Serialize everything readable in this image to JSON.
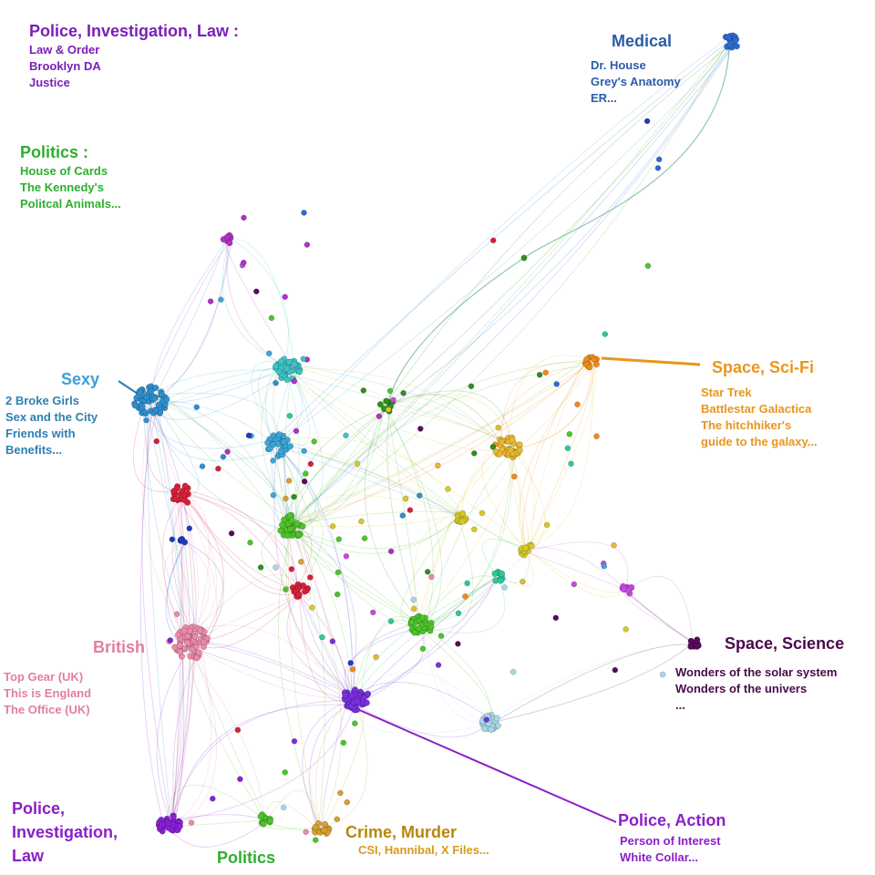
{
  "clusters": [
    {
      "id": "police-law-top",
      "title": "Police, Investigation, Law :",
      "items": [
        "Law & Order",
        "Brooklyn DA",
        "Justice"
      ],
      "color": "#7a1fb8"
    },
    {
      "id": "politics-top",
      "title": "Politics :",
      "items": [
        "House of Cards",
        "The Kennedy's",
        "Politcal Animals..."
      ],
      "color": "#2fae2f"
    },
    {
      "id": "medical",
      "title": "Medical",
      "items": [
        "Dr. House",
        "Grey's Anatomy",
        "ER..."
      ],
      "color": "#2b5ca8"
    },
    {
      "id": "sexy",
      "title": "Sexy",
      "items": [
        "2 Broke Girls",
        "Sex and the City",
        "Friends with",
        "Benefits..."
      ],
      "color": "#3aa0d8",
      "items_color": "#2f7fb3"
    },
    {
      "id": "space-scifi",
      "title": "Space, Sci-Fi",
      "items": [
        "Star Trek",
        "Battlestar Galactica",
        "The hitchhiker's",
        "guide to the galaxy..."
      ],
      "color": "#e8961c"
    },
    {
      "id": "british",
      "title": "British",
      "items": [
        "Top Gear (UK)",
        "This is England",
        "The Office (UK)"
      ],
      "color": "#e07f9f"
    },
    {
      "id": "space-science",
      "title": "Space, Science",
      "items": [
        "Wonders of the solar system",
        "Wonders of the univers",
        "..."
      ],
      "color": "#4a0a4a"
    },
    {
      "id": "police-law-bottom",
      "title_lines": [
        "Police,",
        "Investigation,",
        "Law"
      ],
      "color": "#8a1fc8"
    },
    {
      "id": "politics-bottom",
      "title": "Politics",
      "color": "#2fae2f"
    },
    {
      "id": "crime-murder",
      "title": "Crime, Murder",
      "subtitle": "CSI, Hannibal, X Files...",
      "color": "#b8860b"
    },
    {
      "id": "police-action",
      "title": "Police, Action",
      "items": [
        "Person of Interest",
        "White Collar..."
      ],
      "color": "#8a1fc8"
    }
  ],
  "palette": {
    "medical": "#2b6ad6",
    "sexy": "#2f8fd0",
    "cyan": "#3cc4c8",
    "lightblue": "#3aa6d8",
    "green": "#4cc52a",
    "darkgreen": "#2f8f1f",
    "orange": "#f08a1c",
    "gold": "#e8b830",
    "yellow": "#d8c828",
    "lime": "#a8c830",
    "teal": "#2fc89a",
    "red": "#d81f3a",
    "darkblue": "#1f3ac0",
    "pink": "#ec8aa8",
    "violet": "#7a2fe0",
    "magenta": "#c84ae0",
    "plum": "#5a0a5a",
    "purple": "#8a1fd8",
    "pale": "#a8d8e8",
    "brown": "#d8a030",
    "topviolet": "#b030c8"
  }
}
